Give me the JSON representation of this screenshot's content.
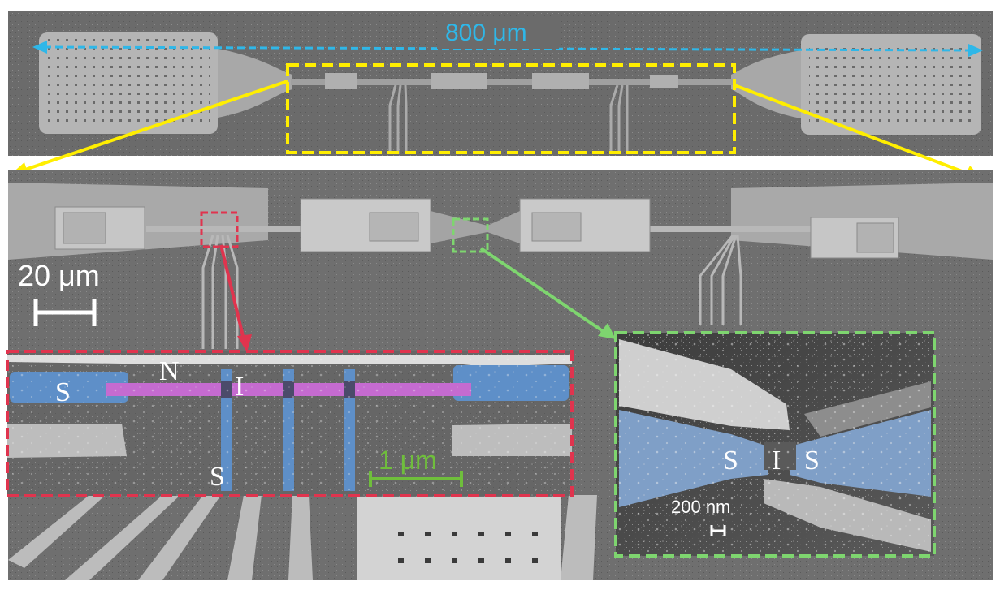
{
  "figure": {
    "colors": {
      "background": "#ffffff",
      "sem_substrate": "#6e6e6e",
      "sem_metal": "#c9c9c9",
      "sem_bright": "#e6e6e6",
      "yellow": "#ffee00",
      "cyan": "#2fb7e8",
      "red": "#e0344e",
      "green": "#7ed56f",
      "green_scalebar": "#6fbe3c",
      "blue_s": "#5e8fc8",
      "pink_n": "#c56bd0",
      "white": "#ffffff"
    },
    "top_panel": {
      "length_label": "800 μm"
    },
    "middle_panel": {
      "scalebar_label": "20 μm"
    },
    "inset_red": {
      "label_s_left": "S",
      "label_n": "N",
      "label_i": "I",
      "label_s_bottom": "S",
      "scalebar_label": "1 μm"
    },
    "inset_green": {
      "label_s_left": "S",
      "label_i": "I",
      "label_s_right": "S",
      "scalebar_label": "200 nm"
    }
  }
}
